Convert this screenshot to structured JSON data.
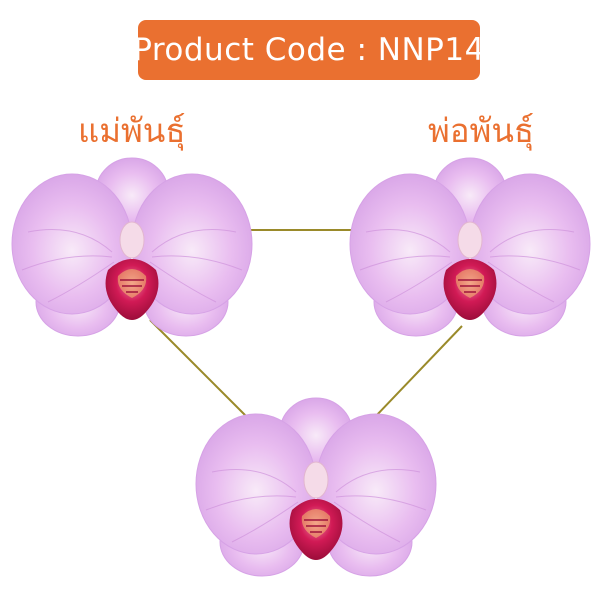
{
  "product": {
    "code_text": "Product Code : NNP14"
  },
  "parents": {
    "mother_label": "แม่พันธุ์",
    "father_label": "พ่อพันธุ์"
  },
  "colors": {
    "accent": "#ea7030",
    "connector_line": "#9a8a2a",
    "petal": "#e7b6ee",
    "petal_edge": "#c79ae0",
    "lip": "#c8124a",
    "column": "#f3cfe0"
  },
  "images": [
    {
      "name": "mother-orchid",
      "depicts": "pink phalaenopsis orchid"
    },
    {
      "name": "father-orchid",
      "depicts": "pink phalaenopsis orchid"
    },
    {
      "name": "hybrid-orchid",
      "depicts": "pink phalaenopsis orchid"
    }
  ]
}
